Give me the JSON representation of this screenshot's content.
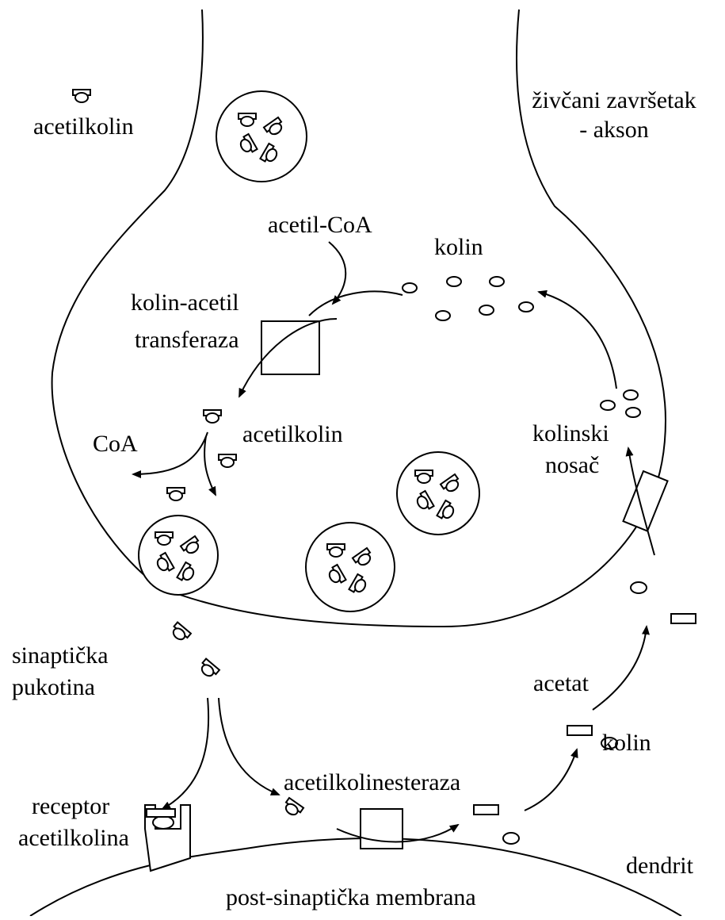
{
  "labels": {
    "legend_acetylcholine": "acetilkolin",
    "nerve_ending_line1": "živčani završetak",
    "nerve_ending_line2": "- akson",
    "acetyl_coa": "acetil-CoA",
    "choline_top": "kolin",
    "transferase_line1": "kolin-acetil",
    "transferase_line2": "transferaza",
    "acetylcholine_mid": "acetilkolin",
    "coa": "CoA",
    "choline_carrier_line1": "kolinski",
    "choline_carrier_line2": "nosač",
    "cleft_line1": "sinaptička",
    "cleft_line2": "pukotina",
    "acetate": "acetat",
    "choline_bottom": "kolin",
    "esterase": "acetilkolinesteraza",
    "receptor_line1": "receptor",
    "receptor_line2": "acetilkolina",
    "dendrite": "dendrit",
    "membrane": "post-sinaptička membrana"
  },
  "colors": {
    "stroke": "#000000",
    "background": "#ffffff"
  }
}
